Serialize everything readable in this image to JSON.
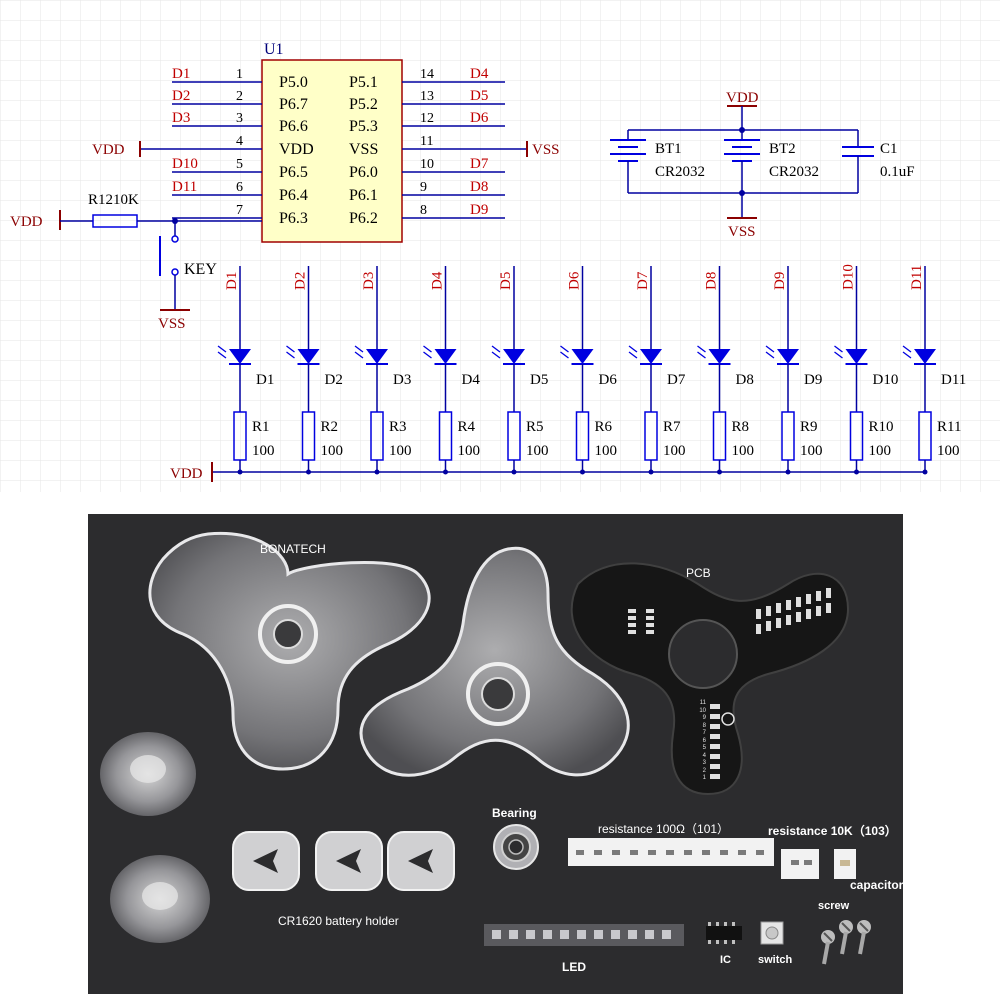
{
  "schematic": {
    "ic": {
      "ref": "U1",
      "left_pins": [
        {
          "net": "D1",
          "num": "1",
          "name": "P5.0"
        },
        {
          "net": "D2",
          "num": "2",
          "name": "P6.7"
        },
        {
          "net": "D3",
          "num": "3",
          "name": "P6.6"
        },
        {
          "net": "VDD",
          "num": "4",
          "name": "VDD"
        },
        {
          "net": "D10",
          "num": "5",
          "name": "P6.5"
        },
        {
          "net": "D11",
          "num": "6",
          "name": "P6.4"
        },
        {
          "net": "",
          "num": "7",
          "name": "P6.3"
        }
      ],
      "right_pins": [
        {
          "net": "D4",
          "num": "14",
          "name": "P5.1"
        },
        {
          "net": "D5",
          "num": "13",
          "name": "P5.2"
        },
        {
          "net": "D6",
          "num": "12",
          "name": "P5.3"
        },
        {
          "net": "VSS",
          "num": "11",
          "name": "VSS"
        },
        {
          "net": "D7",
          "num": "10",
          "name": "P6.0"
        },
        {
          "net": "D8",
          "num": "9",
          "name": "P6.1"
        },
        {
          "net": "D9",
          "num": "8",
          "name": "P6.2"
        }
      ]
    },
    "pullup": {
      "vdd": "VDD",
      "ref": "R12",
      "value": "10K"
    },
    "key": {
      "label": "KEY",
      "vss": "VSS"
    },
    "power": {
      "vdd": "VDD",
      "vss": "VSS",
      "bt1_ref": "BT1",
      "bt1_val": "CR2032",
      "bt2_ref": "BT2",
      "bt2_val": "CR2032",
      "c1_ref": "C1",
      "c1_val": "0.1uF"
    },
    "led_rail_vdd": "VDD",
    "leds": [
      {
        "net": "D1",
        "led": "D1",
        "res": "R1",
        "val": "100"
      },
      {
        "net": "D2",
        "led": "D2",
        "res": "R2",
        "val": "100"
      },
      {
        "net": "D3",
        "led": "D3",
        "res": "R3",
        "val": "100"
      },
      {
        "net": "D4",
        "led": "D4",
        "res": "R4",
        "val": "100"
      },
      {
        "net": "D5",
        "led": "D5",
        "res": "R5",
        "val": "100"
      },
      {
        "net": "D6",
        "led": "D6",
        "res": "R6",
        "val": "100"
      },
      {
        "net": "D7",
        "led": "D7",
        "res": "R7",
        "val": "100"
      },
      {
        "net": "D8",
        "led": "D8",
        "res": "R8",
        "val": "100"
      },
      {
        "net": "D9",
        "led": "D9",
        "res": "R9",
        "val": "100"
      },
      {
        "net": "D10",
        "led": "D10",
        "res": "R10",
        "val": "100"
      },
      {
        "net": "D11",
        "led": "D11",
        "res": "R11",
        "val": "100"
      }
    ],
    "colors": {
      "net": "#c00000",
      "wire": "#0000a0",
      "symbol": "#0000e0",
      "ic_fill": "#ffffc8",
      "ic_border": "#a00000",
      "power": "#8b0000"
    }
  },
  "photo": {
    "labels": {
      "bonatech": "BONATECH",
      "pcb": "PCB",
      "bearing": "Bearing",
      "res100": "resistance 100Ω（101）",
      "res10k": "resistance 10K（103）",
      "capacitor": "capacitor",
      "screw": "screw",
      "battery": "CR1620 battery holder",
      "led": "LED",
      "ic": "IC",
      "switch": "switch"
    },
    "pcb_silk": [
      "11",
      "10",
      "9",
      "8",
      "7",
      "6",
      "5",
      "4",
      "3",
      "2",
      "1"
    ]
  }
}
